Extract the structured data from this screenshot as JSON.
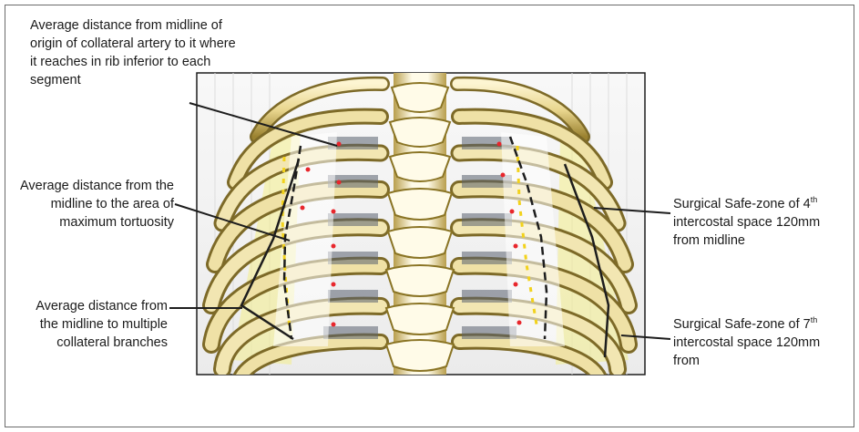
{
  "labels": {
    "collateral_origin": "Average distance from midline of origin of collateral artery to it where it reaches in rib inferior to each segment",
    "max_tortuosity": "Average distance from the midline to the area of maximum tortuosity",
    "collateral_branches": "Average distance from the midline to multiple collateral branches",
    "safe_zone_4": {
      "prefix": "Surgical Safe-zone of 4",
      "sup": "th",
      "suffix": " intercostal space 120mm from midline"
    },
    "safe_zone_7": {
      "prefix": "Surgical Safe-zone of 7",
      "sup": "th",
      "suffix": " intercostal space 120mm from"
    }
  },
  "colors": {
    "bone": "#f1e4b0",
    "bone_shadow": "#8a7424",
    "safe_zone": "#f4ee8a",
    "artery_marker": "#e8262c",
    "dashed_yellow": "#f2d21c",
    "line": "#1d1d1d"
  }
}
